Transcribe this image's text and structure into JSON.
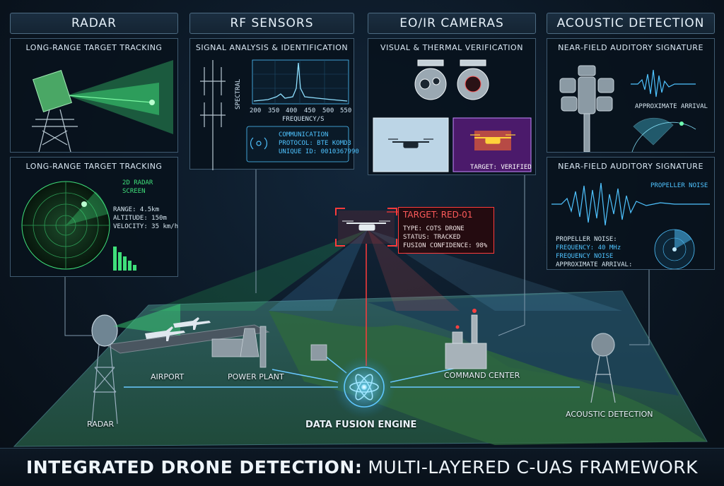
{
  "sections": {
    "radar": "RADAR",
    "rf": "RF SENSORS",
    "eo": "EO/IR CAMERAS",
    "acoustic": "ACOUSTIC DETECTION"
  },
  "panels": {
    "radar_top": {
      "title": "LONG-RANGE TARGET TRACKING"
    },
    "radar_bottom": {
      "title": "LONG-RANGE TARGET TRACKING",
      "screen_label_1": "2D RADAR",
      "screen_label_2": "SCREEN",
      "range": "RANGE: 4.5km",
      "altitude": "ALTITUDE: 150m",
      "velocity": "VELOCITY: 35 km/h"
    },
    "rf": {
      "title": "SIGNAL ANALYSIS & IDENTIFICATION",
      "y_label": "SPECTRAL",
      "x_label": "FREQUENCY/S",
      "x_ticks": [
        "200",
        "350",
        "400",
        "450",
        "500",
        "550"
      ],
      "comm_1": "COMMUNICATION",
      "comm_2": "PROTOCOL: BTE KOMD3",
      "comm_3": "UNIQUE ID: 0010367990"
    },
    "eo": {
      "title": "VISUAL & THERMAL VERIFICATION",
      "target": "TARGET: VERIFIED"
    },
    "acoustic_top": {
      "title": "NEAR-FIELD AUDITORY SIGNATURE",
      "arrival": "APPROXIMATE ARRIVAL"
    },
    "acoustic_bottom": {
      "title": "NEAR-FIELD AUDITORY SIGNATURE",
      "tag": "PROPELLER NOISE",
      "line1": "PROPELLER NOISE:",
      "line2": "FREQUENCY: 40 MHz",
      "line3": "FREQUENCY NOISE",
      "line4": "APPROXIMATE ARRIVAL:"
    }
  },
  "target": {
    "title": "TARGET: RED-01",
    "type": "TYPE: COTS DRONE",
    "status": "STATUS: TRACKED",
    "confidence": "FUSION CONFIDENCE: 98%"
  },
  "map_labels": {
    "airport": "AIRPORT",
    "power_plant": "POWER PLANT",
    "command_center": "COMMAND CENTER",
    "radar": "RADAR",
    "acoustic": "ACOUSTIC DETECTION",
    "fusion": "DATA FUSION ENGINE"
  },
  "footer": {
    "bold": "INTEGRATED DRONE DETECTION:",
    "light": "MULTI-LAYERED C-UAS FRAMEWORK"
  },
  "colors": {
    "radar_green": "#3fe07a",
    "rf_blue": "#4fc3ff",
    "eo_red": "#ff4a4a",
    "threat_red": "#ff3b3b"
  }
}
